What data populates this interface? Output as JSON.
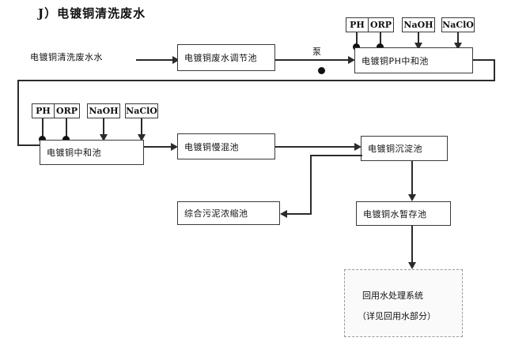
{
  "title": "J）电镀铜清洗废水",
  "inlet": {
    "label": "电镀铜清洗废水水"
  },
  "pump": {
    "label": "泵"
  },
  "process_boxes": [
    {
      "id": "equalization",
      "label": "电镀铜废水调节池"
    },
    {
      "id": "ph_neutral",
      "label": "电镀铜PH中和池"
    },
    {
      "id": "neutral",
      "label": "电镀铜中和池"
    },
    {
      "id": "slow_mix",
      "label": "电镀铜慢混池"
    },
    {
      "id": "sediment",
      "label": "电镀铜沉淀池"
    },
    {
      "id": "storage",
      "label": "电镀铜水暂存池"
    },
    {
      "id": "sludge",
      "label": "综合污泥浓缩池"
    }
  ],
  "dosing_row_top": [
    {
      "id": "ph",
      "label": "PH"
    },
    {
      "id": "orp",
      "label": "ORP"
    },
    {
      "id": "naoh",
      "label": "NaOH"
    },
    {
      "id": "naclo",
      "label": "NaClO"
    }
  ],
  "dosing_row_mid": [
    {
      "id": "ph",
      "label": "PH"
    },
    {
      "id": "orp",
      "label": "ORP"
    },
    {
      "id": "naoh",
      "label": "NaOH"
    },
    {
      "id": "naclo",
      "label": "NaClO"
    }
  ],
  "reuse_system": {
    "line1": "回用水处理系统",
    "line2": "（详见回用水部分）"
  },
  "colors": {
    "line": "#2b2b2b",
    "box_border": "#3a3a3a",
    "dashed_border": "#9a9a9a",
    "background": "#ffffff"
  }
}
